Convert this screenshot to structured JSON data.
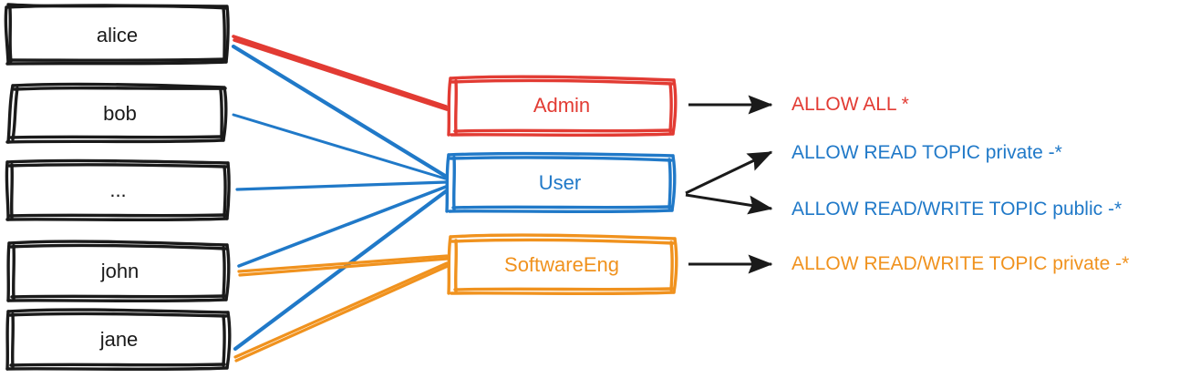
{
  "diagram": {
    "title": "RBAC user-role-permission mapping",
    "style": "hand-drawn sketch",
    "colors": {
      "red": "#e23b33",
      "blue": "#2079c8",
      "orange": "#f0921e",
      "black": "#1a1a1a",
      "background": "#ffffff"
    }
  },
  "users": [
    {
      "id": "alice",
      "label": "alice"
    },
    {
      "id": "bob",
      "label": "bob"
    },
    {
      "id": "ellipsis",
      "label": "..."
    },
    {
      "id": "john",
      "label": "john"
    },
    {
      "id": "jane",
      "label": "jane"
    }
  ],
  "roles": [
    {
      "id": "admin",
      "label": "Admin",
      "color": "#e23b33"
    },
    {
      "id": "user",
      "label": "User",
      "color": "#2079c8"
    },
    {
      "id": "softwareeng",
      "label": "SoftwareEng",
      "color": "#f0921e"
    }
  ],
  "policies": [
    {
      "id": "allow-all",
      "label": "ALLOW ALL *",
      "color": "#e23b33",
      "role": "admin"
    },
    {
      "id": "allow-read-topic-private",
      "label": "ALLOW READ TOPIC private -*",
      "color": "#2079c8",
      "role": "user"
    },
    {
      "id": "allow-readwrite-topic-public",
      "label": "ALLOW READ/WRITE TOPIC public -*",
      "color": "#2079c8",
      "role": "user"
    },
    {
      "id": "allow-readwrite-topic-private",
      "label": "ALLOW READ/WRITE TOPIC private -*",
      "color": "#f0921e",
      "role": "softwareeng"
    }
  ],
  "edges": [
    {
      "from": "alice",
      "to": "admin",
      "color": "#e23b33"
    },
    {
      "from": "alice",
      "to": "user",
      "color": "#2079c8"
    },
    {
      "from": "bob",
      "to": "user",
      "color": "#2079c8"
    },
    {
      "from": "ellipsis",
      "to": "user",
      "color": "#2079c8"
    },
    {
      "from": "john",
      "to": "user",
      "color": "#2079c8"
    },
    {
      "from": "john",
      "to": "softwareeng",
      "color": "#f0921e"
    },
    {
      "from": "jane",
      "to": "user",
      "color": "#2079c8"
    },
    {
      "from": "jane",
      "to": "softwareeng",
      "color": "#f0921e"
    }
  ],
  "arrows": [
    {
      "id": "arrow-admin-allow-all",
      "from": "admin",
      "to": "allow-all"
    },
    {
      "id": "arrow-user-read-private",
      "from": "user",
      "to": "allow-read-topic-private"
    },
    {
      "id": "arrow-user-readwrite-public",
      "from": "user",
      "to": "allow-readwrite-topic-public"
    },
    {
      "id": "arrow-softwareeng-readwrite-private",
      "from": "softwareeng",
      "to": "allow-readwrite-topic-private"
    }
  ]
}
